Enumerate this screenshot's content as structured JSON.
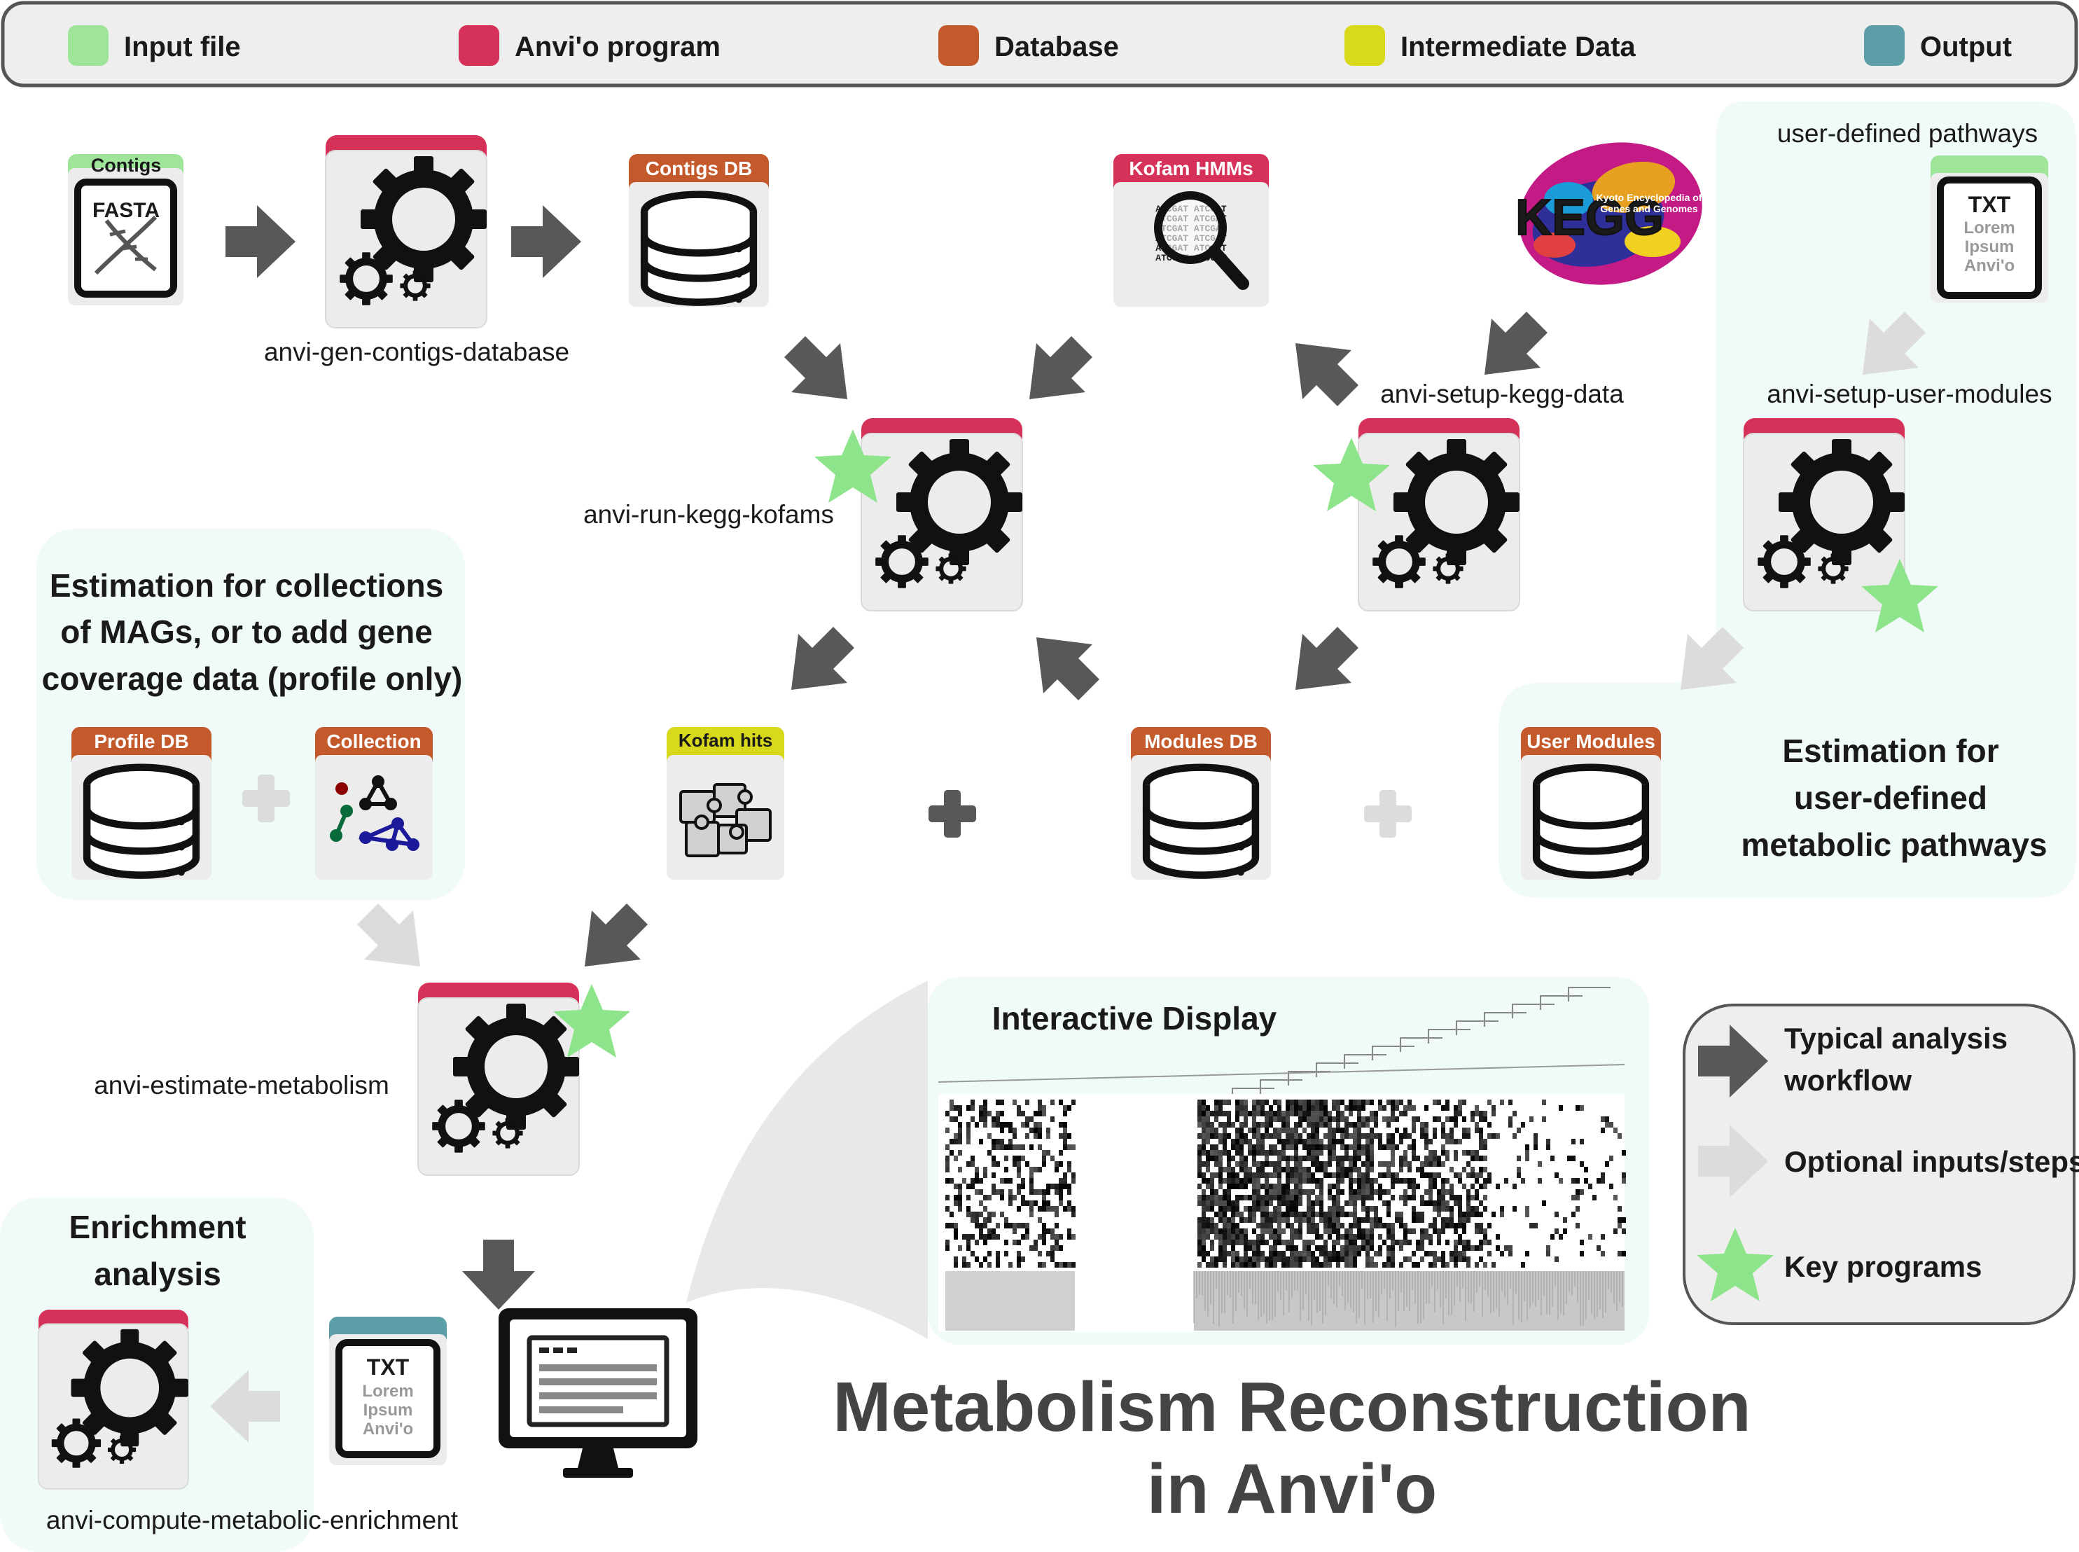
{
  "legend": {
    "items": [
      {
        "label": "Input file",
        "color": "#9ee59a"
      },
      {
        "label": "Anvi'o program",
        "color": "#d63259"
      },
      {
        "label": "Database",
        "color": "#c45a2c"
      },
      {
        "label": "Intermediate Data",
        "color": "#d8d81c"
      },
      {
        "label": "Output",
        "color": "#5b9ea8"
      }
    ]
  },
  "colors": {
    "input": "#9ee59a",
    "program": "#d63259",
    "database": "#c45a2c",
    "intermediate": "#d8d81c",
    "output": "#5b9ea8",
    "panel_bg": "#f0faf8",
    "card_bg": "#ececec",
    "arrow_dark": "#585858",
    "arrow_light": "#dcdcdc",
    "star": "#8de48a"
  },
  "nodes": {
    "contigs": {
      "tab": "Contigs",
      "inner": "FASTA"
    },
    "contigs_db": {
      "tab": "Contigs DB"
    },
    "kofam_hmms": {
      "tab": "Kofam HMMs"
    },
    "user_pathways": {
      "inner_title": "TXT",
      "inner_lines": [
        "Lorem",
        "Ipsum",
        "Anvi'o"
      ]
    },
    "profile_db": {
      "tab": "Profile DB"
    },
    "collection": {
      "tab": "Collection"
    },
    "kofam_hits": {
      "tab": "Kofam hits"
    },
    "modules_db": {
      "tab": "Modules DB"
    },
    "user_modules": {
      "tab": "User Modules"
    },
    "output_txt": {
      "inner_title": "TXT",
      "inner_lines": [
        "Lorem",
        "Ipsum",
        "Anvi'o"
      ]
    },
    "kegg_logo": {
      "big": "KEGG",
      "small_1": "Kyoto Encyclopedia of",
      "small_2": "Genes and Genomes"
    },
    "kofam_seq_rows": [
      "ATCGAT",
      "ATCGAT",
      "ATCGAT",
      "ATCGAT",
      "ATCGAT",
      "ATCGAT"
    ]
  },
  "programs": {
    "gen_contigs_db": "anvi-gen-contigs-database",
    "run_kegg_kofams": "anvi-run-kegg-kofams",
    "setup_kegg_data": "anvi-setup-kegg-data",
    "setup_user_modules": "anvi-setup-user-modules",
    "estimate_metabolism": "anvi-estimate-metabolism",
    "compute_enrichment": "anvi-compute-metabolic-enrichment"
  },
  "panels": {
    "user_defined_pathways_label": "user-defined pathways",
    "collections_title": [
      "Estimation for collections",
      "of MAGs, or to add gene",
      "coverage data (profile only)"
    ],
    "user_estimation_title": [
      "Estimation for",
      "user-defined",
      "metabolic pathways"
    ],
    "enrichment_title": [
      "Enrichment",
      "analysis"
    ],
    "interactive_title": "Interactive Display"
  },
  "key": {
    "typical": [
      "Typical analysis",
      "workflow"
    ],
    "optional": "Optional inputs/steps",
    "key_programs": "Key programs"
  },
  "main_title": [
    "Metabolism Reconstruction",
    "in Anvi'o"
  ]
}
